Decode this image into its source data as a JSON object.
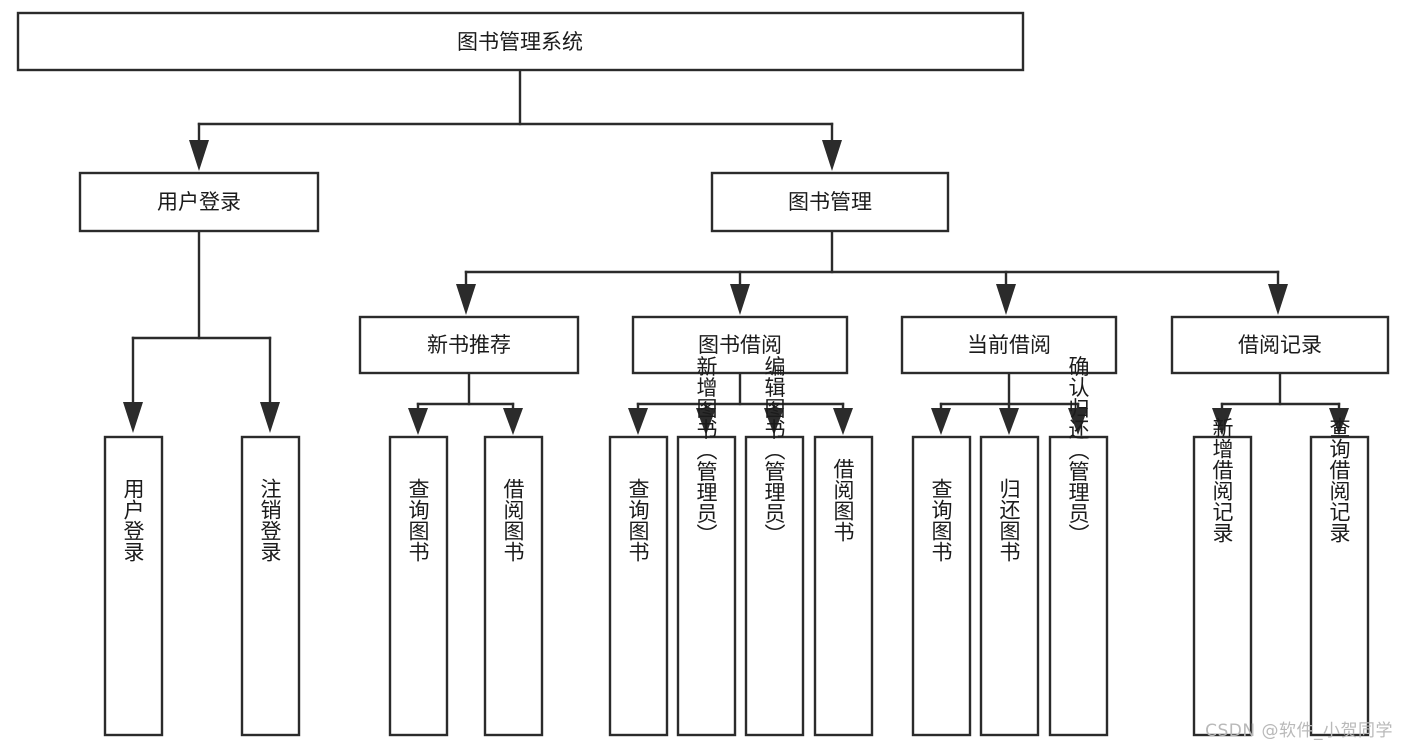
{
  "diagram": {
    "type": "tree-hierarchy",
    "title": "图书管理系统",
    "watermark": "CSDN @软件_小贺同学",
    "root": {
      "id": "root",
      "label": "图书管理系统"
    },
    "level2": [
      {
        "id": "user-login",
        "label": "用户登录"
      },
      {
        "id": "book-management",
        "label": "图书管理"
      }
    ],
    "level3": [
      {
        "id": "new-book-recommend",
        "label": "新书推荐",
        "parent": "book-management"
      },
      {
        "id": "book-borrow",
        "label": "图书借阅",
        "parent": "book-management"
      },
      {
        "id": "current-borrow",
        "label": "当前借阅",
        "parent": "book-management"
      },
      {
        "id": "borrow-record",
        "label": "借阅记录",
        "parent": "book-management"
      }
    ],
    "leaves": {
      "user-login": [
        {
          "id": "leaf-user-login",
          "label": "用户登录"
        },
        {
          "id": "leaf-logout-login",
          "label": "注销登录"
        }
      ],
      "new-book-recommend": [
        {
          "id": "leaf-query-book-1",
          "label": "查询图书"
        },
        {
          "id": "leaf-borrow-book-1",
          "label": "借阅图书"
        }
      ],
      "book-borrow": [
        {
          "id": "leaf-query-book-2",
          "label": "查询图书"
        },
        {
          "id": "leaf-add-book",
          "label": "新增图书（管理员）"
        },
        {
          "id": "leaf-edit-book",
          "label": "编辑图书（管理员）"
        },
        {
          "id": "leaf-borrow-book-2",
          "label": "借阅图书"
        }
      ],
      "current-borrow": [
        {
          "id": "leaf-query-book-3",
          "label": "查询图书"
        },
        {
          "id": "leaf-return-book",
          "label": "归还图书"
        },
        {
          "id": "leaf-confirm-return",
          "label": "确认归还（管理员）"
        }
      ],
      "borrow-record": [
        {
          "id": "leaf-add-record",
          "label": "新增借阅记录"
        },
        {
          "id": "leaf-query-record",
          "label": "查询借阅记录"
        }
      ]
    },
    "colors": {
      "stroke": "#2b2b2b",
      "fill": "#ffffff",
      "text": "#1b1b1b",
      "watermark": "#b9b9b9"
    }
  }
}
